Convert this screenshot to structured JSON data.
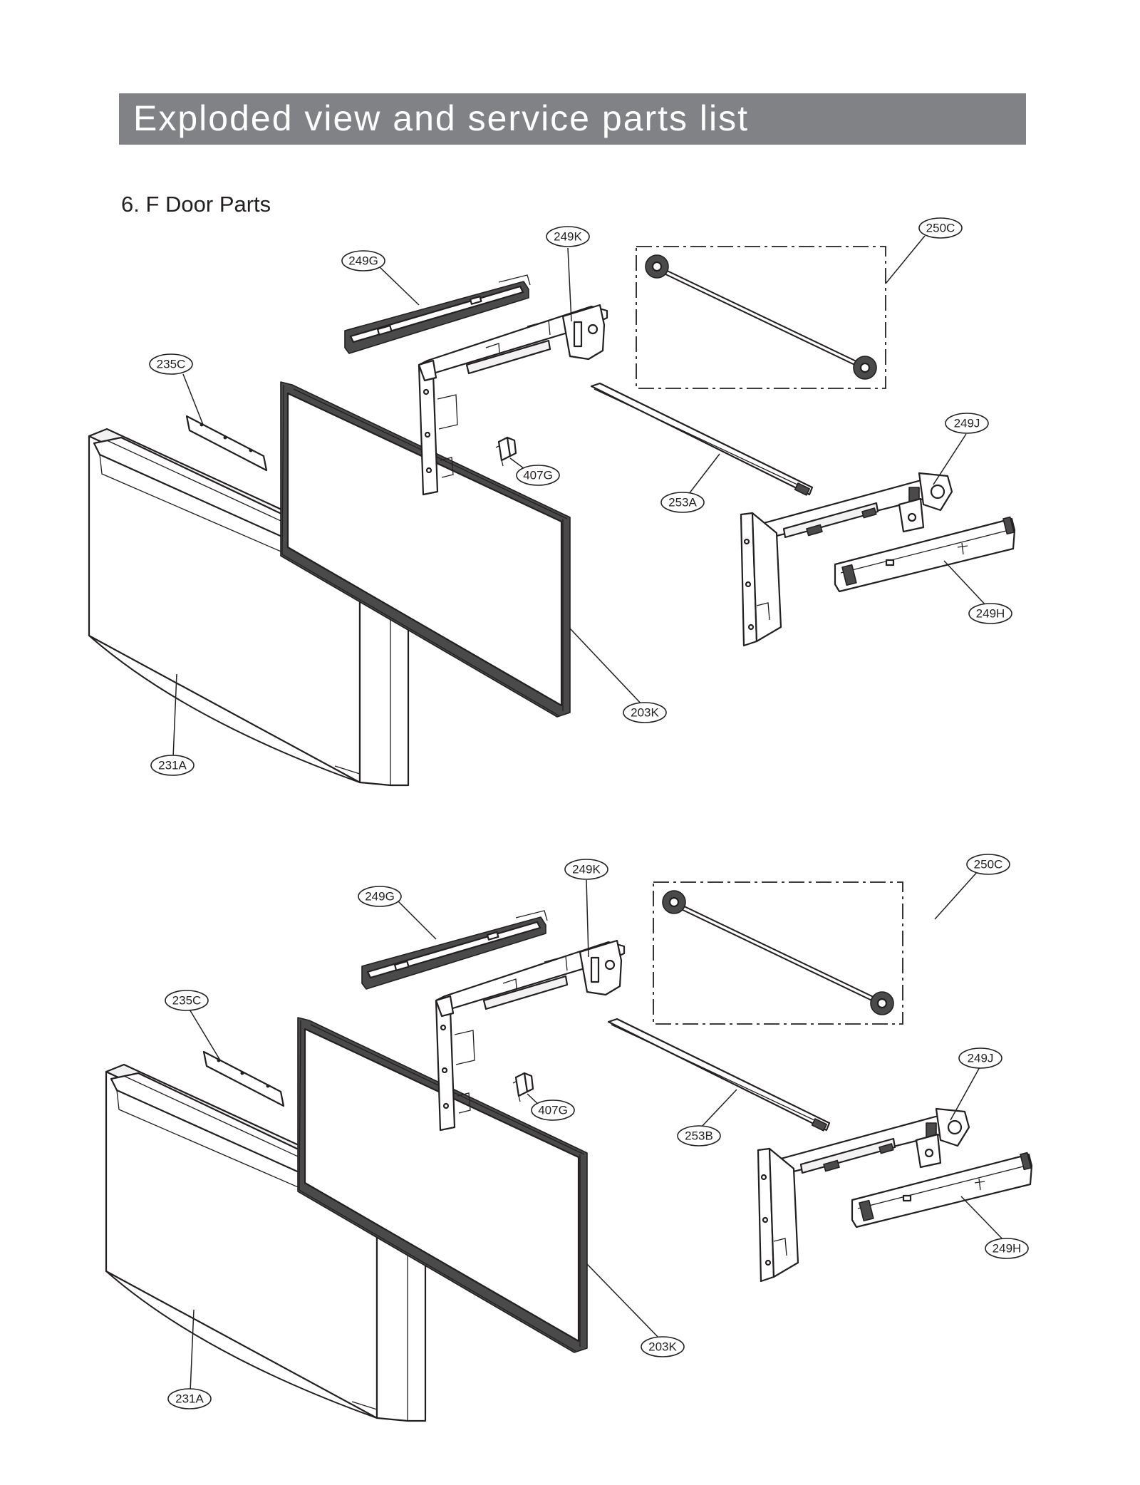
{
  "header": {
    "title": "Exploded view and service parts list"
  },
  "section": {
    "title": "6. F Door Parts"
  },
  "colors": {
    "banner": "#808285",
    "banner_text": "#ffffff",
    "line": "#231f20"
  },
  "diagrams": [
    {
      "labels": {
        "249K": "249K",
        "250C": "250C",
        "249G": "249G",
        "235C": "235C",
        "249J": "249J",
        "407G": "407G",
        "253": "253A",
        "249H": "249H",
        "203K": "203K",
        "231A": "231A"
      }
    },
    {
      "labels": {
        "249K": "249K",
        "250C": "250C",
        "249G": "249G",
        "235C": "235C",
        "249J": "249J",
        "407G": "407G",
        "253": "253B",
        "249H": "249H",
        "203K": "203K",
        "231A": "231A"
      }
    }
  ]
}
